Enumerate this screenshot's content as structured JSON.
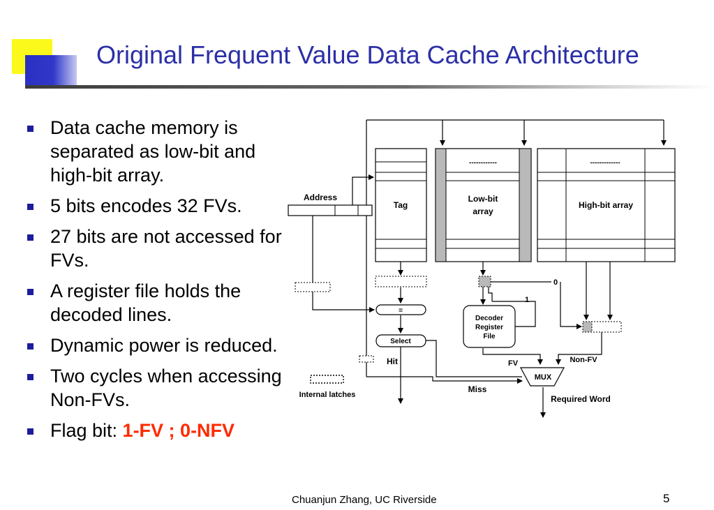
{
  "slide": {
    "title": "Original Frequent Value Data Cache Architecture",
    "footer": "Chuanjun Zhang, UC Riverside",
    "page_number": "5",
    "bullets": [
      {
        "text": "Data cache memory is separated as low-bit and high-bit array."
      },
      {
        "text": "5 bits encodes 32 FVs."
      },
      {
        "text": "27 bits are not accessed for FVs."
      },
      {
        "text": "A register file holds the decoded lines."
      },
      {
        "text": "Dynamic power is reduced."
      },
      {
        "text": "Two cycles when accessing Non-FVs."
      },
      {
        "text": "Flag bit: ",
        "highlight": "1-FV ; 0-NFV"
      }
    ],
    "colors": {
      "title": "#2b2fa6",
      "highlight": "#ff2a00",
      "bullet": "#1c1c9c",
      "deco_yellow": "#fbf91c",
      "deco_blue": "#2a31c2"
    }
  },
  "diagram": {
    "address": "Address",
    "tag": "Tag",
    "low_bit_array": [
      "Low-bit",
      "array"
    ],
    "high_bit_array": "High-bit array",
    "dashes_low": "------------",
    "dashes_high": "-------------",
    "equals": "=",
    "select": "Select",
    "hit": "Hit",
    "decoder": [
      "Decoder",
      "Register",
      "File"
    ],
    "zero": "0",
    "one": "1",
    "fv": "FV",
    "non_fv": "Non-FV",
    "mux": "MUX",
    "miss": "Miss",
    "required_word": "Required Word",
    "internal_latches": "Internal latches"
  }
}
